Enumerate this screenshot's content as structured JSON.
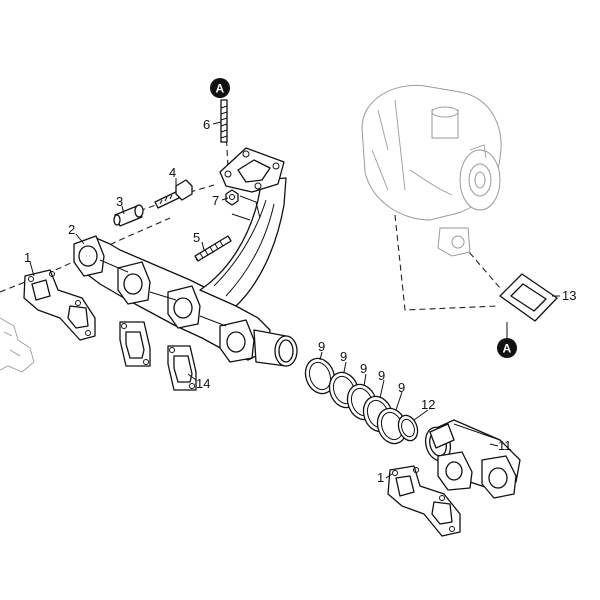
{
  "callouts": {
    "c1a": "1",
    "c1b": "1",
    "c2": "2",
    "c3": "3",
    "c4": "4",
    "c5": "5",
    "c6": "6",
    "c7": "7",
    "c9a": "9",
    "c9b": "9",
    "c9c": "9",
    "c9d": "9",
    "c9e": "9",
    "c11": "11",
    "c12": "12",
    "c13": "13",
    "c14": "14"
  },
  "refs": {
    "top": "A",
    "bottom": "A"
  }
}
